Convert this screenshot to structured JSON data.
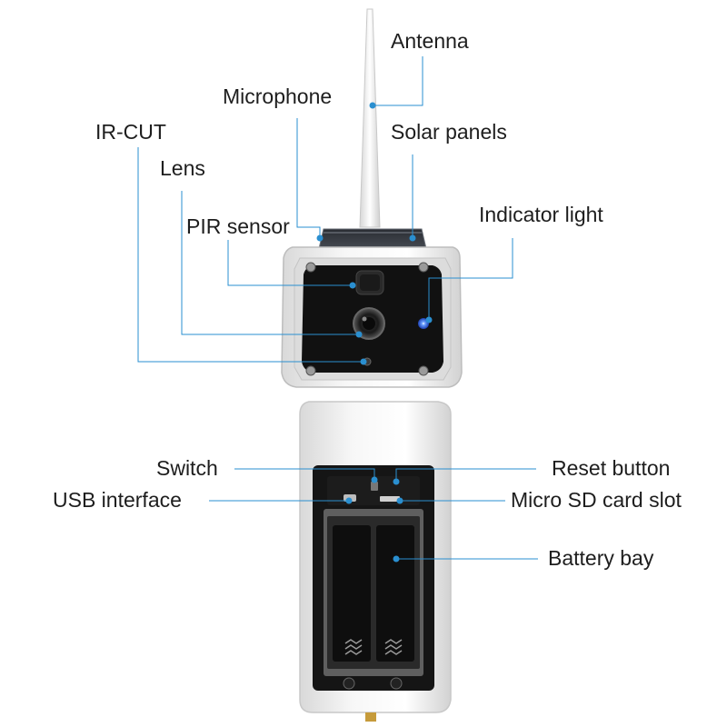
{
  "callouts": {
    "antenna": "Antenna",
    "microphone": "Microphone",
    "ir_cut": "IR-CUT",
    "solar_panels": "Solar panels",
    "lens": "Lens",
    "pir_sensor": "PIR sensor",
    "indicator_light": "Indicator light",
    "switch": "Switch",
    "reset_button": "Reset button",
    "usb_interface": "USB interface",
    "micro_sd_slot": "Micro SD card slot",
    "battery_bay": "Battery bay"
  },
  "colors": {
    "leader_line": "#2a8fd0",
    "housing": "#eeeeee",
    "face": "#111111",
    "indicator": "#2f6bff"
  }
}
